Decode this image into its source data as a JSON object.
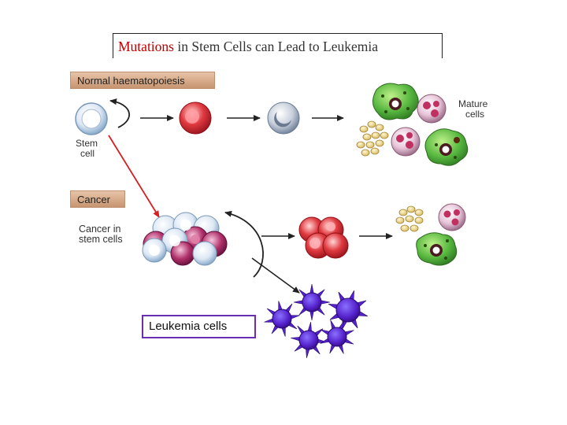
{
  "title": {
    "highlight": "Mutations",
    "rest": " in Stem Cells can Lead to Leukemia"
  },
  "labels": {
    "normal": "Normal haematopoiesis",
    "cancer": "Cancer",
    "stem_line1": "Stem",
    "stem_line2": "cell",
    "mature_line1": "Mature",
    "mature_line2": "cells",
    "cancer_stem_line1": "Cancer in",
    "cancer_stem_line2": "stem cells",
    "leukemia": "Leukemia cells"
  },
  "colors": {
    "title_highlight": "#c00000",
    "arrow_red": "#d42020",
    "leukemia_purple": "#5522cc",
    "leukemia_border": "#6a2fb0",
    "label_fill": "#d8a888"
  }
}
